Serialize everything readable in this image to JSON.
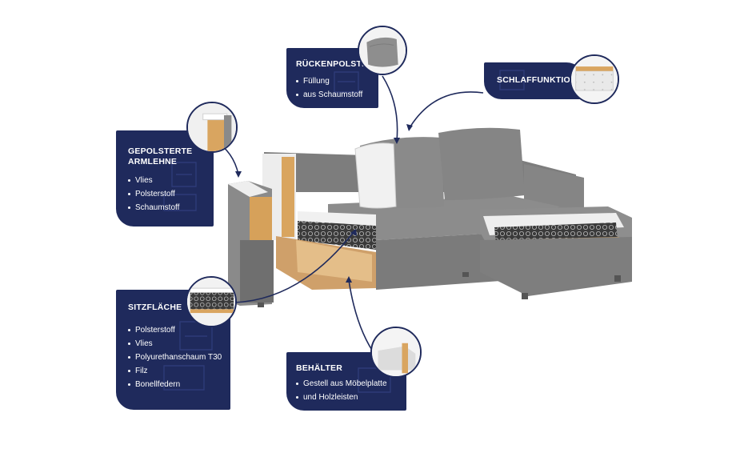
{
  "colors": {
    "box_bg": "#1f2a5c",
    "box_text": "#ffffff",
    "sofa_fabric": "#7a7a7a",
    "wood": "#d8a45e",
    "foam": "#f2f2f2"
  },
  "callouts": {
    "armrest": {
      "title_line1": "GEPOLSTERTE",
      "title_line2": "ARMLEHNE",
      "items": [
        "Vlies",
        "Polsterstoff",
        "Schaumstoff"
      ],
      "icon": "armrest-cross-section-icon"
    },
    "backrest": {
      "title": "RÜCKENPOLSTER",
      "items": [
        "Füllung",
        "aus Schaumstoff"
      ],
      "icon": "cushion-icon"
    },
    "sleep": {
      "title": "SCHLAFFUNKTION",
      "icon": "folding-mattress-icon"
    },
    "seat": {
      "title": "SITZFLÄCHE",
      "items": [
        "Polsterstoff",
        "Vlies",
        "Polyurethanschaum T30",
        "Filz",
        "Bonellfedern"
      ],
      "icon": "spring-core-icon"
    },
    "storage": {
      "title": "BEHÄLTER",
      "items": [
        "Gestell aus Möbelplatte",
        "und Holzleisten"
      ],
      "icon": "storage-box-icon"
    }
  }
}
